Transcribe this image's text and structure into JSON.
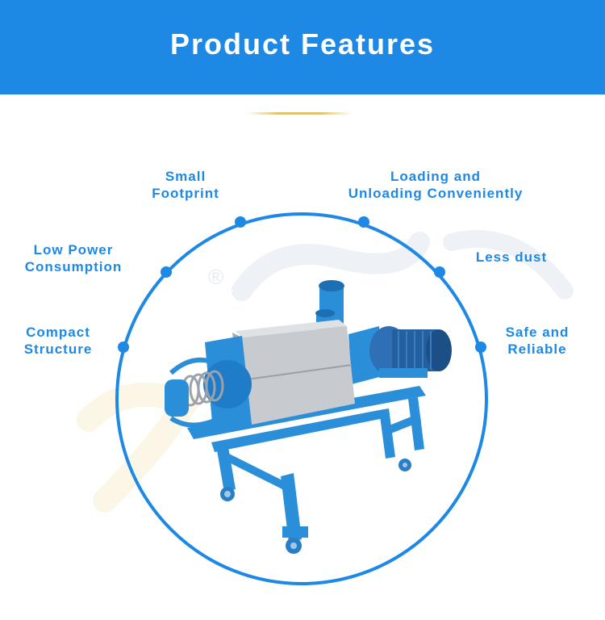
{
  "header": {
    "title": "Product Features"
  },
  "colors": {
    "header_bg": "#1e88e5",
    "feature_text": "#1e88e5",
    "circle": "#1e88e5",
    "accent_line": "#f5c623",
    "machine_frame": "#2a8fd8",
    "machine_body": "#bfc3c7",
    "motor": "#2b6fb8",
    "watermark": "#e9eef4"
  },
  "features": {
    "small_footprint": [
      "Small",
      "Footprint"
    ],
    "loading_unloading": [
      "Loading and",
      "Unloading Conveniently"
    ],
    "low_power": [
      "Low Power",
      "Consumption"
    ],
    "less_dust": [
      "Less dust"
    ],
    "compact_structure": [
      "Compact",
      "Structure"
    ],
    "safe_reliable": [
      "Safe and",
      "Reliable"
    ]
  },
  "watermark": {
    "registered_mark": "®"
  },
  "image": {
    "subject": "screw-press-dewatering-machine"
  }
}
